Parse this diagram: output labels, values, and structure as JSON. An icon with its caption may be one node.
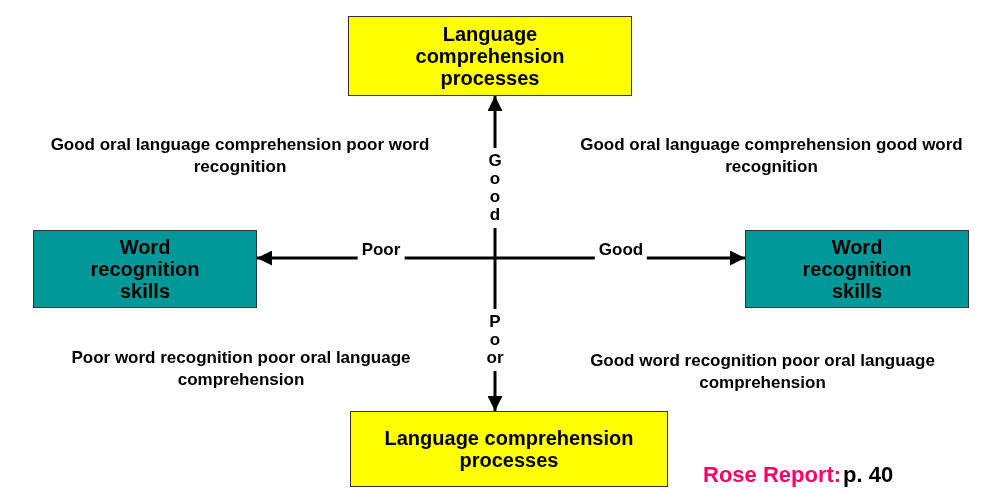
{
  "diagram": {
    "nodes": [
      {
        "text": [
          "Language comprehension processes"
        ]
      },
      {
        "text": [
          "Word recognition skills"
        ]
      },
      {
        "text": [
          "Word recognition skills"
        ]
      },
      {
        "text": [
          "Language comprehension processes"
        ]
      }
    ],
    "edges": [
      {
        "from": null,
        "to": 0,
        "arrow": "to",
        "label": "Good"
      },
      {
        "from": null,
        "to": 1,
        "arrow": "to",
        "label": "Poor"
      },
      {
        "from": null,
        "to": 2,
        "arrow": "to",
        "label": "Good"
      },
      {
        "from": null,
        "to": 3,
        "arrow": "to",
        "label": "Poor"
      }
    ],
    "labels": [
      "Good oral language comprehension poor word recognition",
      "Good oral language comprehension good word recognition",
      "Poor word recognition poor oral language comprehension",
      "Good word recognition poor oral language comprehension",
      "Rose Report:",
      "p. 40"
    ]
  }
}
